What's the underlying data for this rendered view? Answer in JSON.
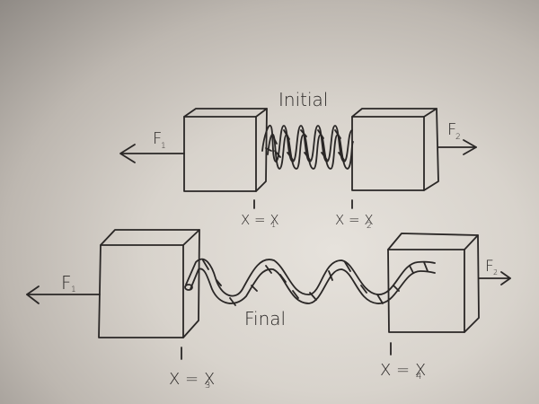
{
  "diagram": {
    "initial": {
      "title": "Initial",
      "left_force": "F",
      "left_force_sub": "1",
      "right_force": "F",
      "right_force_sub": "2",
      "left_position": "X = X",
      "left_position_sub": "1",
      "right_position": "X = X",
      "right_position_sub": "2",
      "spring_state": "compressed"
    },
    "final": {
      "title": "Final",
      "left_force": "F",
      "left_force_sub": "1",
      "right_force": "F",
      "right_force_sub": "2",
      "left_position": "X = X",
      "left_position_sub": "3",
      "right_position": "X = X",
      "right_position_sub": "4",
      "spring_state": "stretched"
    }
  }
}
